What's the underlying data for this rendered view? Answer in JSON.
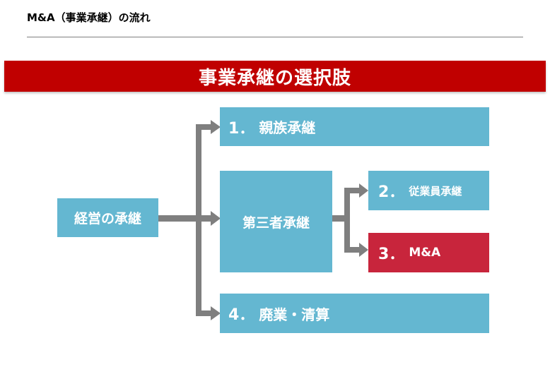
{
  "header": {
    "title": "M&A（事業承継）の流れ"
  },
  "banner": {
    "label": "事業承継の選択肢"
  },
  "diagram": {
    "root": "経営の承継",
    "options": [
      {
        "number": "1．",
        "label": "親族承継"
      },
      {
        "number": "2．",
        "label": "従業員承継"
      },
      {
        "number": "3．",
        "label": "M&A"
      },
      {
        "number": "4．",
        "label": "廃業・清算"
      }
    ],
    "third_party": "第三者承継"
  },
  "colors": {
    "banner": "#c00000",
    "box": "#64b7d1",
    "highlight": "#c8253c",
    "arrow": "#7f7f7f"
  }
}
